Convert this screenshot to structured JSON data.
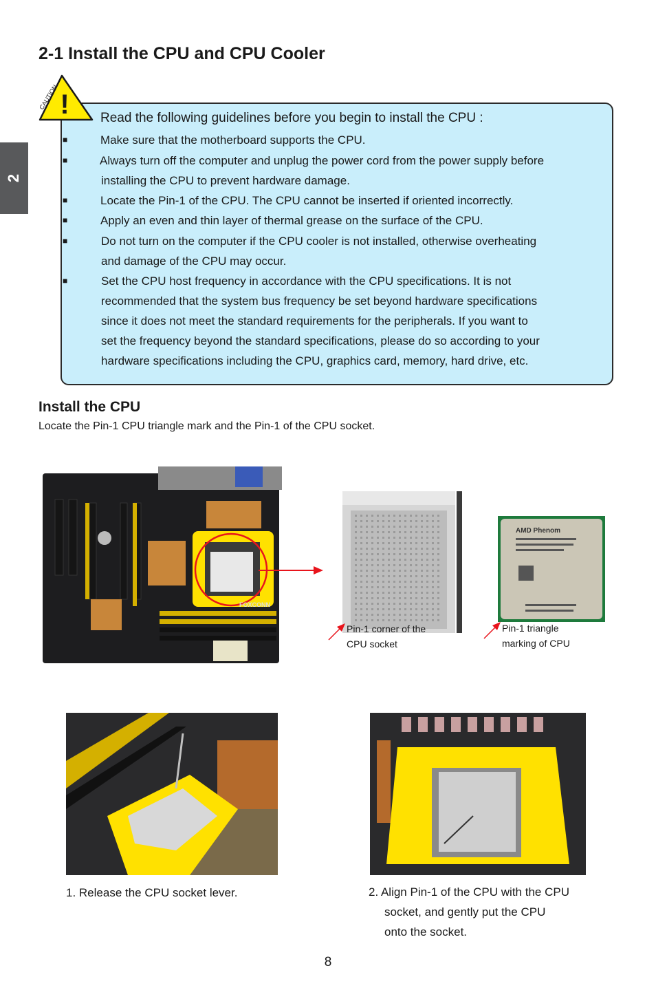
{
  "side_tab": {
    "chapter": "2"
  },
  "section_title": "2-1 Install the CPU and CPU Cooler",
  "caution": {
    "icon_label": "CAUTION",
    "icon_symbol": "!",
    "lead": "Read the following guidelines before you begin to install the CPU :",
    "bullet_symbol": "■",
    "items": [
      {
        "lines": [
          "Make sure that the motherboard supports the CPU."
        ]
      },
      {
        "lines": [
          "Always turn off the computer and unplug the power cord from the power supply before",
          "installing the CPU to prevent hardware damage."
        ]
      },
      {
        "lines": [
          "Locate the Pin-1 of the CPU. The CPU cannot be inserted if oriented incorrectly."
        ]
      },
      {
        "lines": [
          "Apply an even and thin layer of thermal grease on the surface of the CPU."
        ]
      },
      {
        "lines": [
          "Do not turn on the computer if the CPU cooler is not installed, otherwise overheating",
          "and damage of the CPU may occur."
        ]
      },
      {
        "lines": [
          "Set the CPU host frequency in accordance with the CPU specifications. It is not",
          "recommended that the system bus frequency be set beyond hardware specifications",
          "since it does not meet the standard requirements for the peripherals. If you want to",
          "set the frequency beyond the standard specifications, please do so according to your",
          "hardware specifications including the CPU, graphics card, memory, hard drive, etc."
        ]
      }
    ]
  },
  "install_cpu": {
    "title": "Install the CPU",
    "intro": "Locate the Pin-1 CPU triangle mark and the Pin-1 of the CPU socket."
  },
  "figures": {
    "board_logo": "FOXCONN",
    "cpu_brand": "AMD Phenom",
    "socket_caption": [
      "Pin-1 corner of the",
      "CPU socket"
    ],
    "cpu_caption": [
      "Pin-1 triangle",
      "marking of CPU"
    ]
  },
  "steps": {
    "step1": [
      "1. Release the CPU socket lever."
    ],
    "step2": [
      "2. Align Pin-1 of the CPU with the CPU",
      "socket, and gently put the CPU",
      "onto the socket."
    ]
  },
  "page_number": "8",
  "colors": {
    "caution_bg": "#c9eefb",
    "caution_yellow": "#ffeb00",
    "arrow_red": "#e8141c",
    "side_tab": "#58595b"
  }
}
